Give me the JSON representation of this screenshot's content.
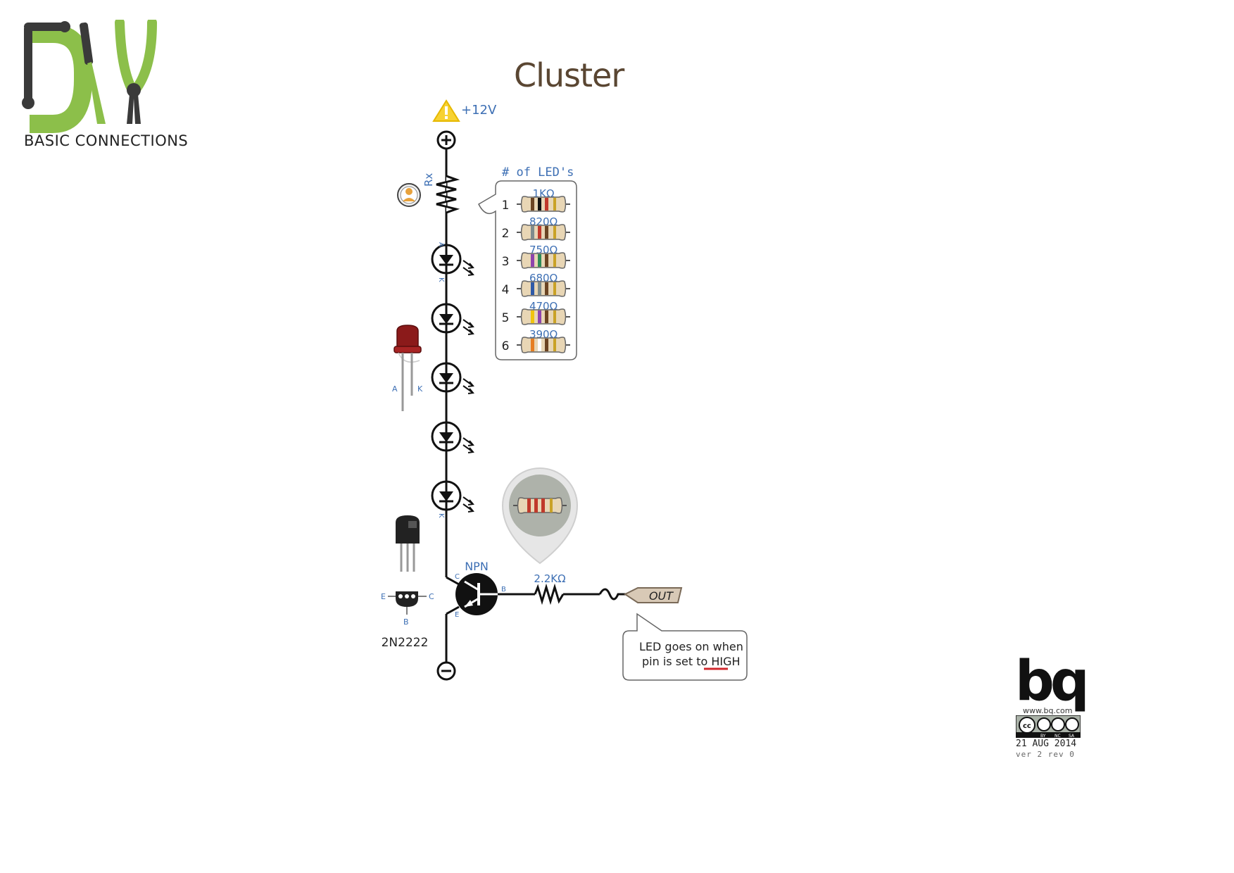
{
  "header": {
    "logo_text": "DIY",
    "subtitle": "BASIC CONNECTIONS"
  },
  "title": "Cluster",
  "supply": {
    "voltage": "+12V",
    "plus_symbol": "+",
    "minus_symbol": "−"
  },
  "rx_label": "Rx",
  "led_table": {
    "heading": "# of LED's",
    "rows": [
      {
        "count": "1",
        "value": "1KΩ",
        "bands": [
          "#6b4423",
          "#111111",
          "#c0392b",
          "#c9a227"
        ]
      },
      {
        "count": "2",
        "value": "820Ω",
        "bands": [
          "#7f8c8d",
          "#c0392b",
          "#6b4423",
          "#c9a227"
        ]
      },
      {
        "count": "3",
        "value": "750Ω",
        "bands": [
          "#8e44ad",
          "#2e8b57",
          "#6b4423",
          "#c9a227"
        ]
      },
      {
        "count": "4",
        "value": "680Ω",
        "bands": [
          "#2f5aa8",
          "#7f8c8d",
          "#6b4423",
          "#c9a227"
        ]
      },
      {
        "count": "5",
        "value": "470Ω",
        "bands": [
          "#f1c40f",
          "#8e44ad",
          "#6b4423",
          "#c9a227"
        ]
      },
      {
        "count": "6",
        "value": "390Ω",
        "bands": [
          "#e67e22",
          "#ffffff",
          "#6b4423",
          "#c9a227"
        ]
      }
    ]
  },
  "led_pins": {
    "anode": "A",
    "cathode": "K"
  },
  "led_part_pins": {
    "a": "A",
    "k": "K"
  },
  "transistor": {
    "type_label": "NPN",
    "pin_c": "C",
    "pin_b": "B",
    "pin_e": "E",
    "part_number": "2N2222",
    "package_e": "E",
    "package_b": "B",
    "package_c": "C"
  },
  "base_resistor": {
    "value": "2.2KΩ"
  },
  "output": {
    "label": "OUT"
  },
  "note": {
    "line1": "LED goes on when",
    "line2_prefix": "pin is set to ",
    "line2_emph": "HIGH"
  },
  "footer": {
    "brand": "bq",
    "url": "www.bq.com",
    "license": [
      "BY",
      "NC",
      "SA"
    ],
    "date": "21 AUG 2014",
    "version": "ver 2 rev 0"
  },
  "colors": {
    "logo_green": "#8cbf4a",
    "logo_dark": "#3a3a3a",
    "title_brown": "#5a4632",
    "label_blue": "#3d6fb4",
    "warning_yellow": "#f7d232",
    "note_red": "#d0282e"
  }
}
